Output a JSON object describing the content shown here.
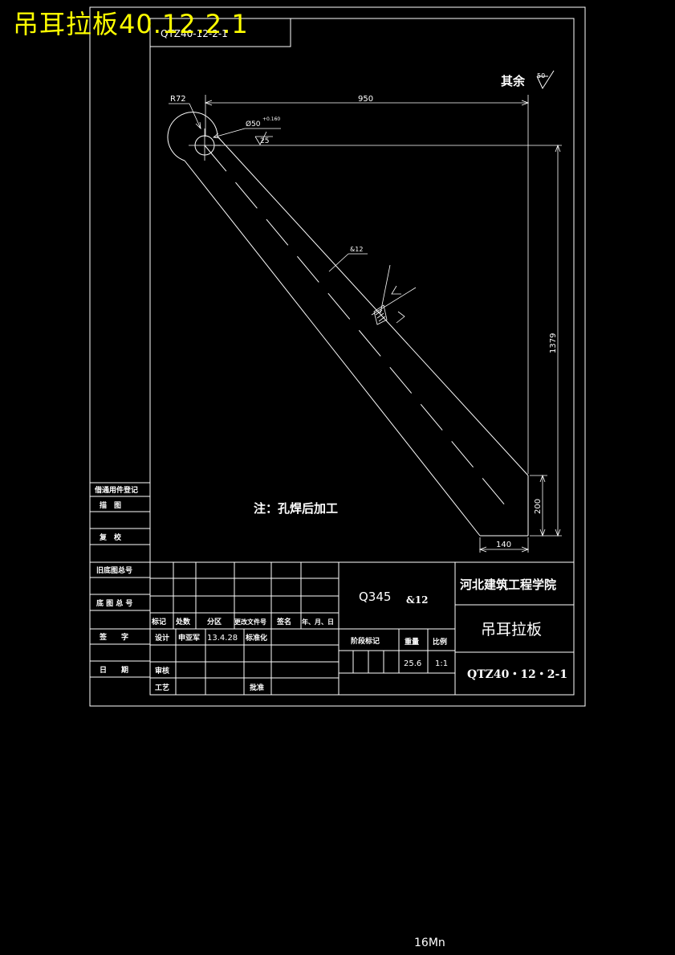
{
  "overlay_title": "吊耳拉板40.12.2.1",
  "drawing_number_box": "QTZ40-12-2-1",
  "roughness": {
    "label": "其余",
    "value": "50"
  },
  "part": {
    "radius": "R72",
    "hole_dia": "Ø50",
    "hole_tol": "+0.160",
    "hole_roughness": "25",
    "len_horizontal": "950",
    "len_vertical": "1379",
    "foot_height": "200",
    "foot_width": "140",
    "thickness": "&12"
  },
  "note": "注：孔焊后加工",
  "left_column": {
    "borrow_reg": "借通用件登记",
    "trace": "描　图",
    "check": "复　校",
    "old_no": "旧底图总号",
    "base_no": "底 图 总 号",
    "sign": "签　　字",
    "date": "日　　期"
  },
  "revision": {
    "mark": "标记",
    "count": "处数",
    "zone": "分区",
    "doc_no": "更改文件号",
    "signature": "签名",
    "ymd": "年、月、日",
    "design": "设计",
    "designer": "申亚军",
    "design_date": "13.4.28",
    "standard": "标准化",
    "review": "审核",
    "process": "工艺",
    "approve": "批准"
  },
  "material": {
    "grade": "Q345",
    "thickness": "&12"
  },
  "stage": {
    "stage_mark": "阶段标记",
    "weight_label": "重量",
    "scale_label": "比例",
    "weight": "25.6",
    "scale": "1:1"
  },
  "institute": "河北建筑工程学院",
  "part_name": "吊耳拉板",
  "drawing_code": "QTZ40・12・2-1",
  "bottom_label": "16Mn"
}
